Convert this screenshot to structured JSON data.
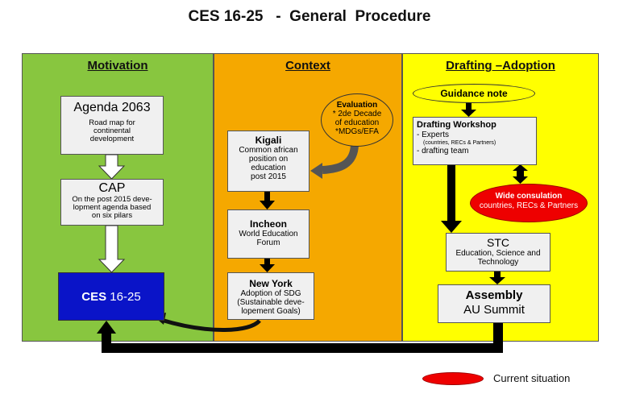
{
  "title": "CES 16-25   -  General  Procedure",
  "panels": {
    "motivation": "Motivation",
    "context": "Context",
    "drafting": "Drafting –Adoption"
  },
  "agenda": {
    "title": "Agenda 2063",
    "desc1": "Road map for",
    "desc2": "continental",
    "desc3": "development"
  },
  "cap": {
    "title": "CAP",
    "desc1": "On the post 2015 deve-",
    "desc2": "lopment agenda based",
    "desc3": "on six pilars"
  },
  "ces": {
    "main": "CES",
    "years": " 16-25"
  },
  "evaluation": {
    "title": "Evaluation",
    "l1": "* 2de Decade",
    "l2": "of education",
    "l3": "*MDGs/EFA"
  },
  "kigali": {
    "title": "Kigali",
    "l1": "Common african",
    "l2": "position on",
    "l3": "education",
    "l4": "post 2015"
  },
  "incheon": {
    "title": "Incheon",
    "l1": "World Education",
    "l2": "Forum"
  },
  "newyork": {
    "title": "New York",
    "l1": "Adoption of SDG",
    "l2": "(Sustainable deve-",
    "l3": "lopement Goals)"
  },
  "guidance": "Guidance note",
  "workshop": {
    "title": "Drafting Workshop",
    "l1": "- Experts",
    "l2": "(countries, RECs & Partners)",
    "l3": "- drafting team"
  },
  "wide": {
    "title": "Wide consulation",
    "l1": "countries, RECs & Partners"
  },
  "stc": {
    "title": "STC",
    "l1": "Education, Science and",
    "l2": "Technology"
  },
  "assembly": {
    "title": "Assembly",
    "l1": "AU Summit"
  },
  "legend": {
    "label": "Current situation"
  },
  "colors": {
    "motivation": "#88c63f",
    "context": "#f5a800",
    "drafting": "#ffff00",
    "ces": "#0a14c8",
    "current": "#ee0000"
  }
}
